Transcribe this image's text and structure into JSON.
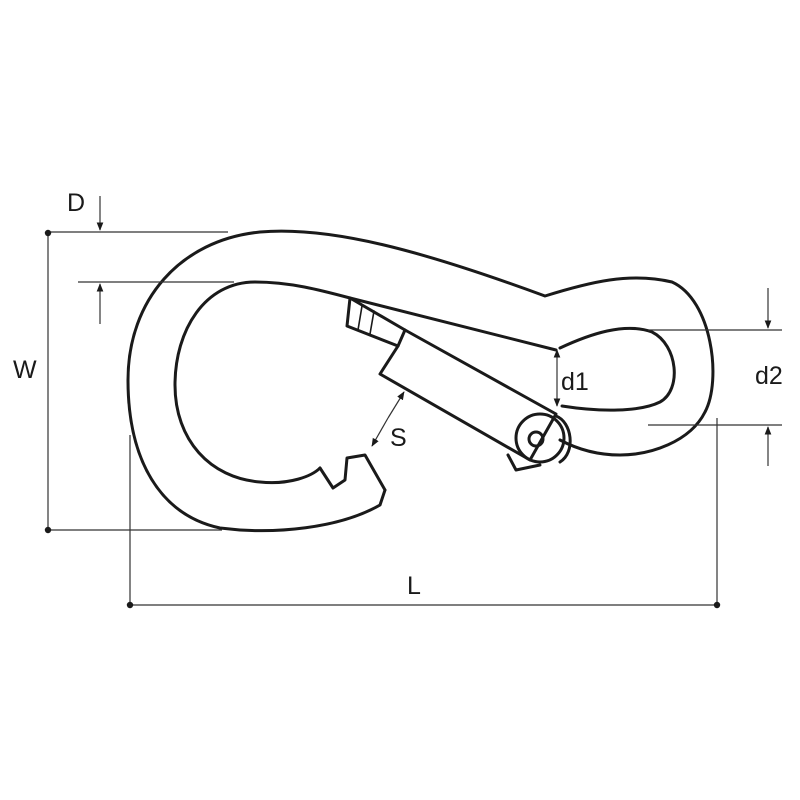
{
  "labels": {
    "D": "D",
    "W": "W",
    "d1": "d1",
    "d2": "d2",
    "S": "S",
    "L": "L"
  },
  "colors": {
    "line": "#1a1a1a",
    "background": "#ffffff"
  }
}
